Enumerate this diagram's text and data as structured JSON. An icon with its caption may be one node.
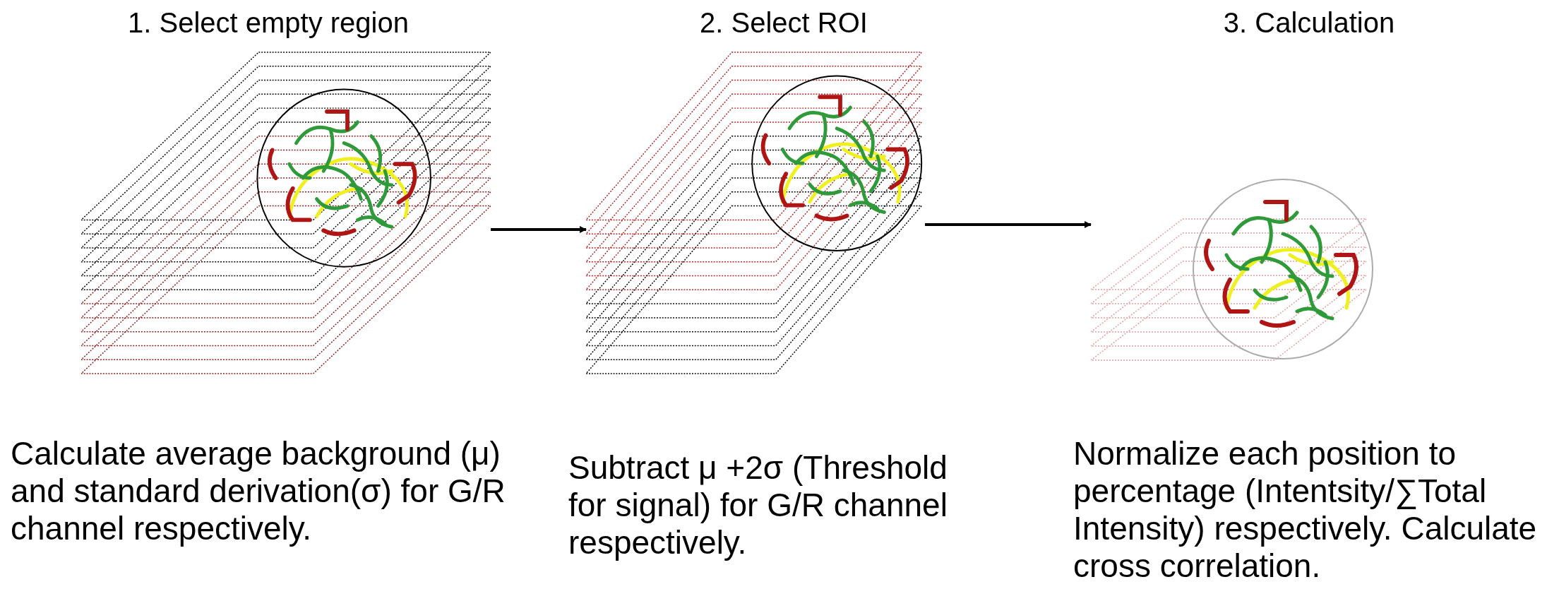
{
  "diagram": {
    "nodes": [
      {
        "text": [
          "1. Select empty region",
          "Calculate average background (μ) and standard derivation(σ) for G/R channel respectively."
        ]
      },
      {
        "text": [],
        "shape": "picture",
        "in": 0
      },
      {
        "text": [
          "2. Select ROI",
          "Subtract μ +2σ (Threshold for signal) for G/R channel respectively."
        ]
      },
      {
        "text": [],
        "shape": "picture",
        "in": 2
      },
      {
        "text": [
          "3. Calculation",
          "Normalize each position to percentage (Intentsity/∑Total Intensity) respectively. Calculate cross correlation."
        ]
      },
      {
        "text": [],
        "shape": "picture",
        "in": 4
      }
    ],
    "edges": [
      {
        "from": 1,
        "to": 3,
        "arrow": "to"
      },
      {
        "from": 3,
        "to": 5,
        "arrow": "to"
      }
    ]
  }
}
